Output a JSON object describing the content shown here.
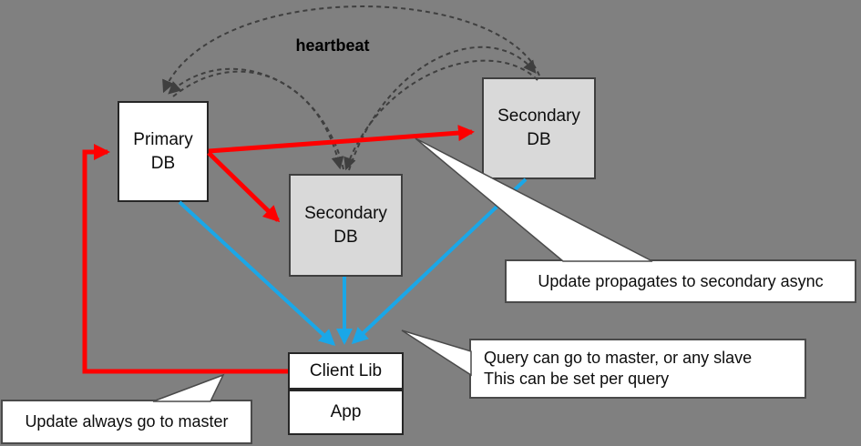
{
  "diagram_title": "database replication topology",
  "annotations": {
    "heartbeat": "heartbeat",
    "callout_update_async": "Update propagates to secondary async",
    "callout_query_line1": "Query can go to master, or any slave",
    "callout_query_line2": "This can be set per query",
    "callout_update_master": "Update always go to master"
  },
  "nodes": {
    "primary_db": {
      "line1": "Primary",
      "line2": "DB"
    },
    "secondary_db_mid": {
      "line1": "Secondary",
      "line2": "DB"
    },
    "secondary_db_right": {
      "line1": "Secondary",
      "line2": "DB"
    },
    "client_lib": {
      "label": "Client Lib"
    },
    "app": {
      "label": "App"
    }
  },
  "colors": {
    "background": "#808080",
    "primary_node_fill": "#ffffff",
    "secondary_node_fill": "#d9d9d9",
    "update_arrow_red": "#ff0000",
    "query_line_blue": "#1aa7e8",
    "heartbeat_dash_gray": "#3f3f3f",
    "callout_fill": "#ffffff",
    "callout_border": "#4a4a4a",
    "text": "#000000"
  }
}
